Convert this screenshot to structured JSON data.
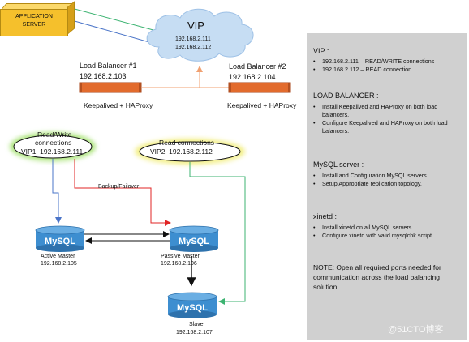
{
  "application_server": {
    "label_line1": "APPLICATION",
    "label_line2": "SERVER"
  },
  "vip_cloud": {
    "title": "VIP",
    "ip1": "192.168.2.111",
    "ip2": "192.168.2.112"
  },
  "load_balancer_1": {
    "name": "Load Balancer #1",
    "ip": "192.168.2.103",
    "software": "Keepalived + HAProxy"
  },
  "load_balancer_2": {
    "name": "Load Balancer #2",
    "ip": "192.168.2.104",
    "software": "Keepalived + HAProxy"
  },
  "vip1_bubble": {
    "line1": "Read/Write",
    "line2": "connections",
    "line3": "VIP1: 192.168.2.111"
  },
  "vip2_bubble": {
    "line1": "Read connections",
    "line2": "VIP2: 192.168.2.112"
  },
  "backup_failover_label": "Backup/Failover",
  "mysql_logo_text": "MySQL",
  "active_master": {
    "role": "Active Master",
    "ip": "192.168.2.105"
  },
  "passive_master": {
    "role": "Passive Master",
    "ip": "192.168.2.106"
  },
  "slave": {
    "role": "Slave",
    "ip": "192.168.2.107"
  },
  "info_panel": {
    "sections": [
      {
        "title": "VIP :",
        "items": [
          "192.168.2.111 – READ/WRITE connections",
          "192.168.2.112 – READ connection"
        ]
      },
      {
        "title": "LOAD BALANCER :",
        "items": [
          "Install Keepalived and HAProxy on both load balancers.",
          "Configure Keepalived and HAProxy on both load balancers."
        ]
      },
      {
        "title": "MySQL server :",
        "items": [
          "Install and Configuration MySQL servers.",
          "Setup Appropriate replication topology."
        ]
      },
      {
        "title": "xinetd :",
        "items": [
          "Install xinetd on all MySQL servers.",
          "Configure xinetd with valid mysqlchk script."
        ]
      }
    ],
    "note": "NOTE: Open all required ports needed for communication across the load balancing solution."
  },
  "watermark": "@51CTO博客",
  "colors": {
    "app_server": "#f5c02c",
    "cloud": "#c6ddf3",
    "load_balancer": "#e26b2d",
    "vip1_glow": "#aee57f",
    "vip2_glow": "#f3ef86",
    "mysql_disk": "#3d8ed0",
    "line_blue": "#4a74c8",
    "line_red": "#e02424",
    "line_green": "#3cb371",
    "line_orange": "#f0a070",
    "panel_bg": "#d0d0d0"
  }
}
